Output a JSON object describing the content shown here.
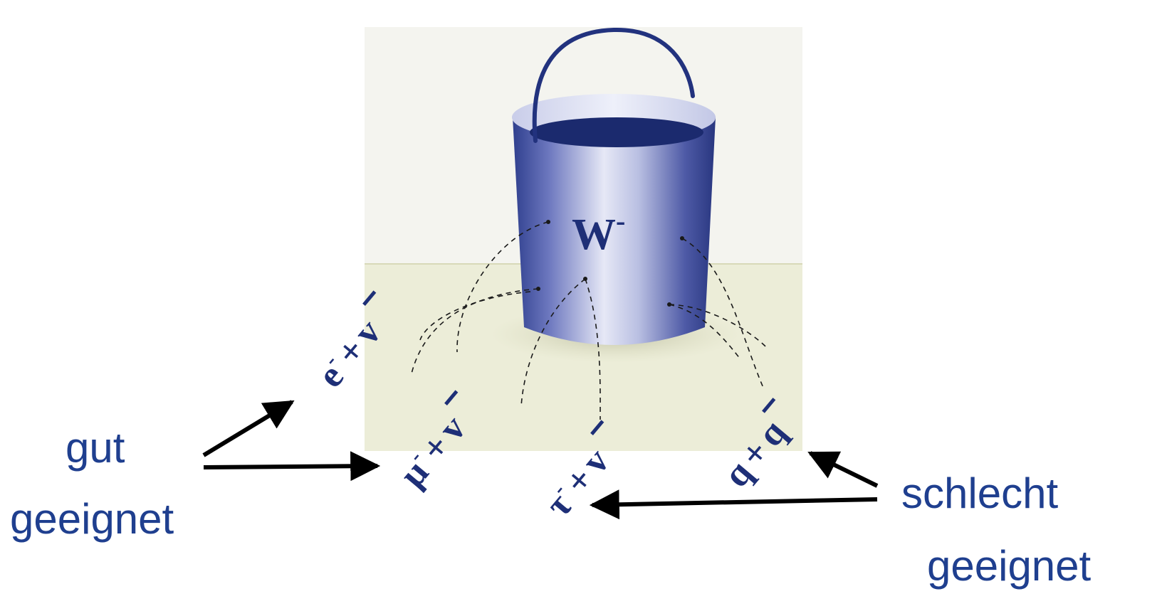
{
  "bucket": {
    "label": "W",
    "charge": "-",
    "decay_channels": [
      {
        "particle": "e",
        "particle_charge": "-",
        "plus": "+",
        "partner": "v",
        "partner_bar": true
      },
      {
        "particle": "μ",
        "particle_charge": "-",
        "plus": "+",
        "partner": "v",
        "partner_bar": true
      },
      {
        "particle": "τ",
        "particle_charge": "-",
        "plus": "+",
        "partner": "v",
        "partner_bar": true
      },
      {
        "particle": "q",
        "particle_charge": "",
        "plus": "+",
        "partner": "q",
        "partner_bar": true
      }
    ]
  },
  "left_label": {
    "line1": "gut",
    "line2": "geeignet"
  },
  "right_label": {
    "line1": "schlecht",
    "line2": "geeignet"
  },
  "colors": {
    "text_blue": "#1f3f8f",
    "bucket_dark": "#1e2f77",
    "bucket_mid": "#5a66b3",
    "bucket_light": "#e3e6f4",
    "backdrop_top": "#f4f4ee",
    "backdrop_bottom": "#ecedd8",
    "arrow": "#000000"
  }
}
